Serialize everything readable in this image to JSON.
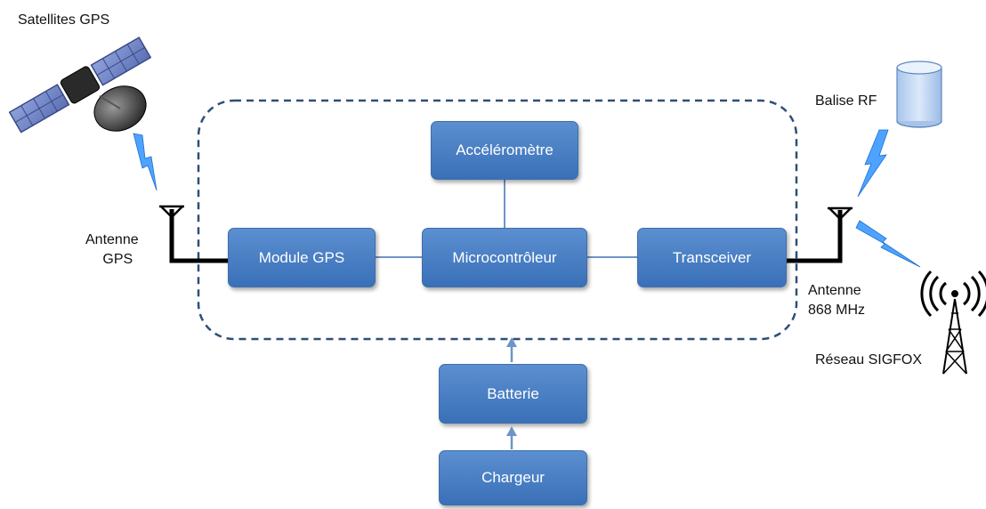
{
  "blocks": {
    "accelerometer": "Accéléromètre",
    "gps_module": "Module GPS",
    "microcontroller": "Microcontrôleur",
    "transceiver": "Transceiver",
    "battery": "Batterie",
    "charger": "Chargeur"
  },
  "labels": {
    "satellites": "Satellites GPS",
    "gps_antenna_line1": "Antenne",
    "gps_antenna_line2": "GPS",
    "rf_beacon": "Balise RF",
    "rf_antenna_line1": "Antenne",
    "rf_antenna_line2": "868 MHz",
    "sigfox": "Réseau SIGFOX"
  },
  "colors": {
    "block_fill": "#4f81bd",
    "dashed_border": "#2e4f77",
    "connector": "#6f94c8",
    "lightning": "#4da3ff",
    "beacon": "#c9ddf5"
  },
  "icons": [
    "satellite-icon",
    "antenna-icon",
    "lightning-icon",
    "beacon-cylinder-icon",
    "radio-tower-icon"
  ]
}
